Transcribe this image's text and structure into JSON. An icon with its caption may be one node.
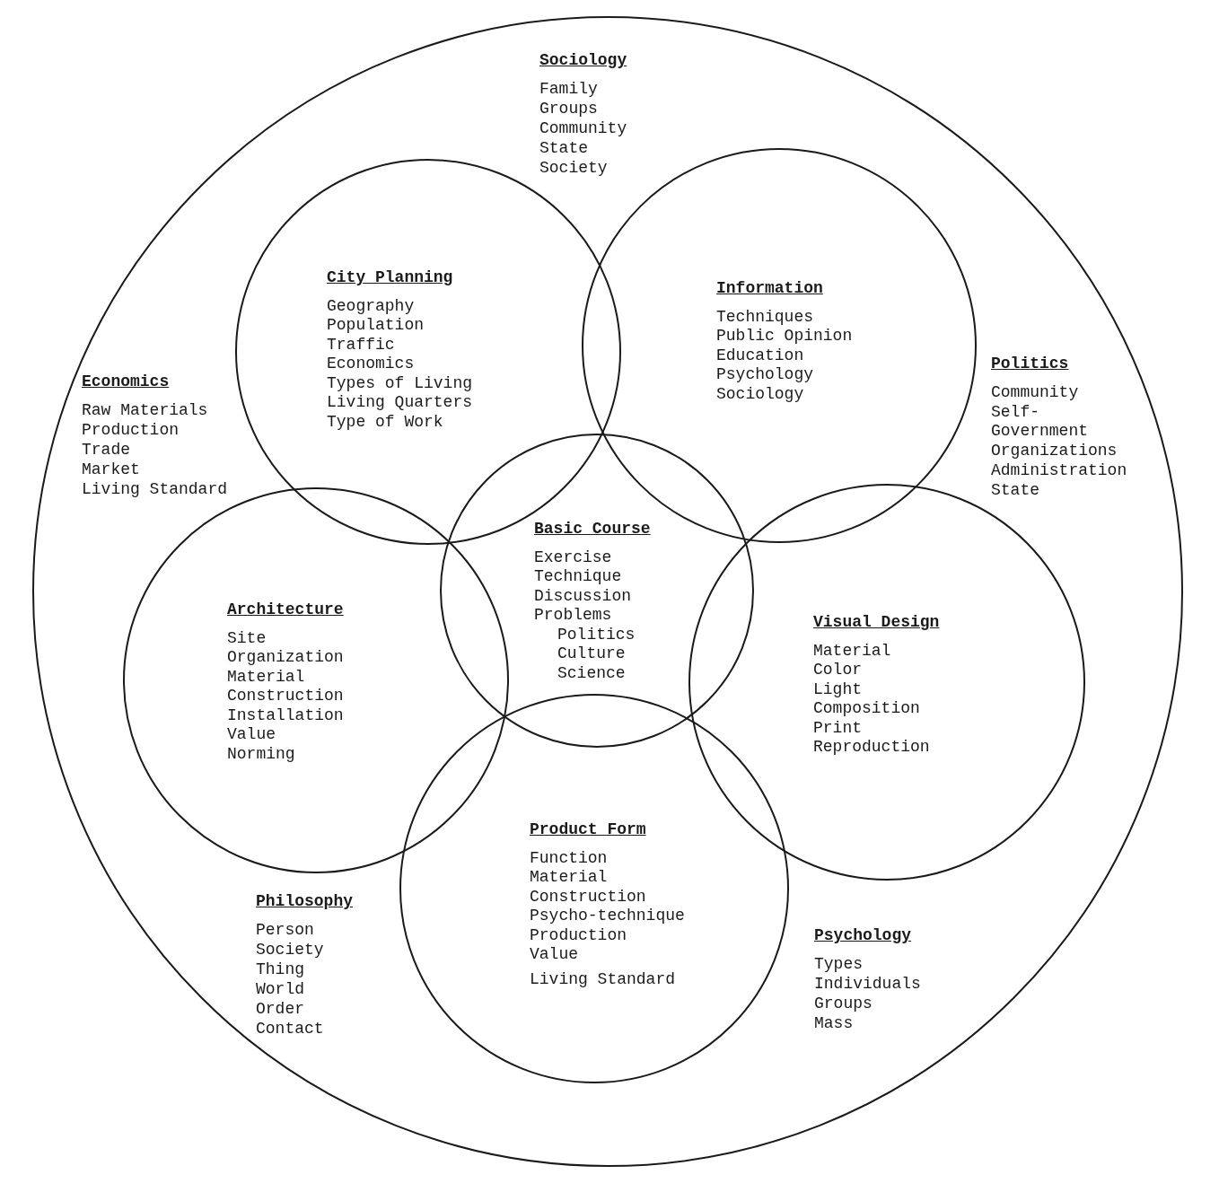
{
  "diagram": {
    "nodes": [
      {
        "text": [],
        "shape": "circle"
      },
      {
        "text": [
          "City Planning",
          "Geography",
          "Population",
          "Traffic",
          "Economics",
          "Types of Living",
          "Living Quarters",
          "Type of Work"
        ],
        "in": 0
      },
      {
        "text": [
          "Information",
          "Techniques",
          "Public Opinion",
          "Education",
          "Psychology",
          "Sociology"
        ],
        "in": 0
      },
      {
        "text": [
          "Basic Course",
          "Exercise",
          "Technique",
          "Discussion",
          "Problems",
          "Politics",
          "Culture",
          "Science"
        ],
        "in": 0
      },
      {
        "text": [
          "Architecture",
          "Site",
          "Organization",
          "Material",
          "Construction",
          "Installation",
          "Value",
          "Norming"
        ],
        "in": 0
      },
      {
        "text": [
          "Visual Design",
          "Material",
          "Color",
          "Light",
          "Composition",
          "Print",
          "Reproduction"
        ],
        "in": 0
      },
      {
        "text": [
          "Product Form",
          "Function",
          "Material",
          "Construction",
          "Psycho-technique",
          "Production",
          "Value",
          "Living Standard"
        ],
        "in": 0
      }
    ],
    "edges": [],
    "labels": [
      "Sociology",
      "Family",
      "Groups",
      "Community",
      "State",
      "Society",
      "Economics",
      "Raw Materials",
      "Production",
      "Trade",
      "Market",
      "Living Standard",
      "Politics",
      "Community",
      "Self- Government",
      "Organizations",
      "Administration",
      "State",
      "Philosophy",
      "Person",
      "Society",
      "Thing",
      "World",
      "Order",
      "Contact",
      "Psychology",
      "Types",
      "Individuals",
      "Groups",
      "Mass"
    ]
  }
}
